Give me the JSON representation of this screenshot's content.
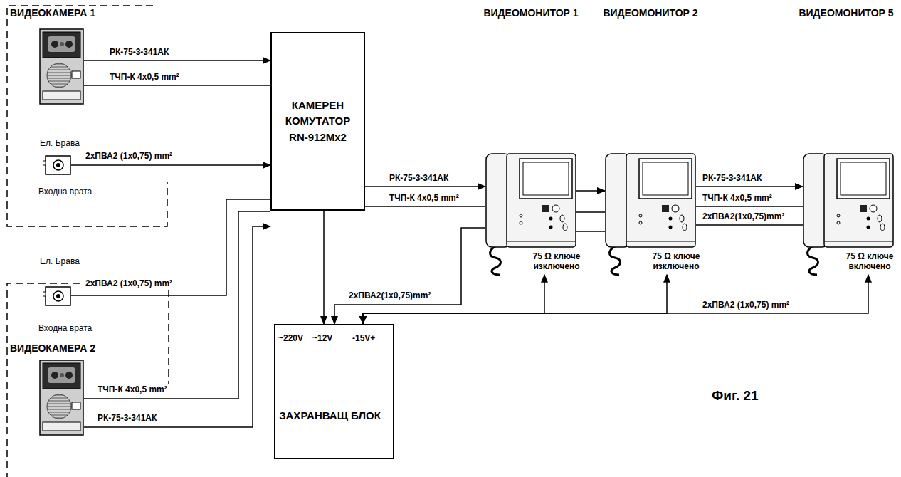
{
  "diagram": {
    "caption": "Фиг. 21",
    "nodes": [
      {
        "text": [
          "ВИДЕОКАМЕРА 1"
        ]
      },
      {
        "text": [
          "Ел. Брава",
          "Входна врата"
        ]
      },
      {
        "text": [
          "КАМЕРЕН КОМУТАТОР RN-912Mx2"
        ]
      },
      {
        "text": [
          "ВИДЕОМОНИТОР 1",
          "75 Ω ключе изключено"
        ]
      },
      {
        "text": [
          "ВИДЕОМОНИТОР 2",
          "75 Ω ключе изключено"
        ]
      },
      {
        "text": [
          "ВИДЕОМОНИТОР 5",
          "75 Ω ключе включено"
        ]
      },
      {
        "text": [
          "Ел. Брава",
          "Входна врата"
        ]
      },
      {
        "text": [
          "ВИДЕОКАМЕРА 2"
        ]
      },
      {
        "text": [
          "ЗАХРАНВАЩ БЛОК"
        ]
      }
    ],
    "edges": [
      {
        "from": 0,
        "to": 2,
        "arrow": "to",
        "label": "РК-75-3-341АК"
      },
      {
        "from": 0,
        "to": 2,
        "arrow": "none",
        "label": "ТЧП-К 4x0,5 mm²"
      },
      {
        "from": 1,
        "to": 2,
        "arrow": "to",
        "label": "2xПВА2 (1x0,75) mm²"
      },
      {
        "from": 6,
        "to": 2,
        "arrow": "none",
        "label": "2xПВА2 (1x0,75) mm²"
      },
      {
        "from": 7,
        "to": 2,
        "arrow": "none",
        "label": "ТЧП-К 4x0,5 mm²"
      },
      {
        "from": 7,
        "to": 2,
        "arrow": "to",
        "label": "РК-75-3-341АК"
      },
      {
        "from": 2,
        "to": 3,
        "arrow": "to",
        "label": "РК-75-3-341АК"
      },
      {
        "from": 2,
        "to": 3,
        "arrow": "none",
        "label": "ТЧП-К 4x0,5 mm²"
      },
      {
        "from": 3,
        "to": 4,
        "arrow": "to"
      },
      {
        "from": 3,
        "to": 4,
        "arrow": "none"
      },
      {
        "from": 3,
        "to": 4,
        "arrow": "none"
      },
      {
        "from": 4,
        "to": 5,
        "arrow": "to",
        "label": "РК-75-3-341АК"
      },
      {
        "from": 4,
        "to": 5,
        "arrow": "none",
        "label": "ТЧП-К 4x0,5 mm²"
      },
      {
        "from": 4,
        "to": 5,
        "arrow": "none",
        "label": "2xПВА2(1x0,75)mm²"
      },
      {
        "from": 2,
        "to": 8,
        "arrow": "to"
      },
      {
        "from": 3,
        "to": 8,
        "arrow": "to",
        "label": "2xПВА2(1x0,75)mm²"
      },
      {
        "from": 8,
        "to": 3,
        "arrow": "both"
      },
      {
        "from": 8,
        "to": 4,
        "arrow": "both"
      },
      {
        "from": 8,
        "to": 5,
        "arrow": "both",
        "label": "2xПВА2 (1x0,75) mm²"
      }
    ],
    "labels": [
      "~220V",
      "~12V",
      "-15V+"
    ]
  }
}
